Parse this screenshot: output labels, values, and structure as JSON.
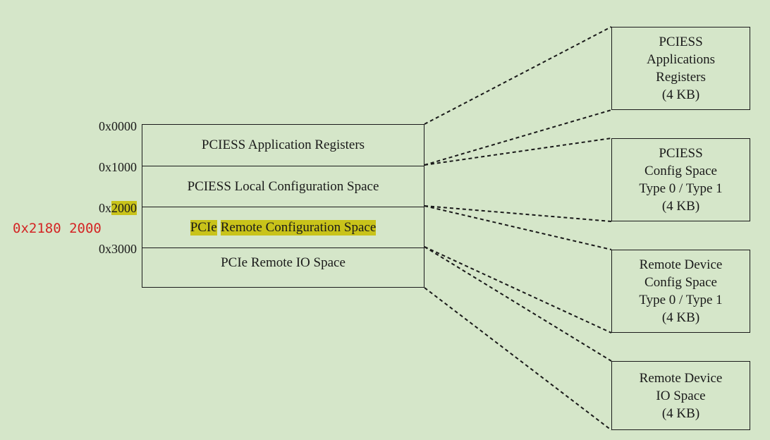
{
  "addresses": {
    "a0": "0x0000",
    "a1": "0x1000",
    "a2_prefix": "0x",
    "a2_highlight": "2000",
    "a3": "0x3000"
  },
  "physical_address": "0x2180 2000",
  "regions": {
    "r0": "PCIESS Application Registers",
    "r1": "PCIESS Local Configuration Space",
    "r2_part1": "PCIe",
    "r2_part2": "Remote Configuration Space",
    "r3": "PCIe Remote IO Space"
  },
  "detail_boxes": {
    "b0": [
      "PCIESS",
      "Applications",
      "Registers",
      "(4 KB)"
    ],
    "b1": [
      "PCIESS",
      "Config Space",
      "Type 0 / Type 1",
      "(4 KB)"
    ],
    "b2": [
      "Remote Device",
      "Config Space",
      "Type 0 / Type 1",
      "(4 KB)"
    ],
    "b3": [
      "Remote Device",
      "IO Space",
      "(4 KB)"
    ]
  },
  "colors": {
    "background": "#d5e6c9",
    "highlight": "#c9c31a",
    "physical_address": "#d42424",
    "line": "#1a1a1a"
  }
}
